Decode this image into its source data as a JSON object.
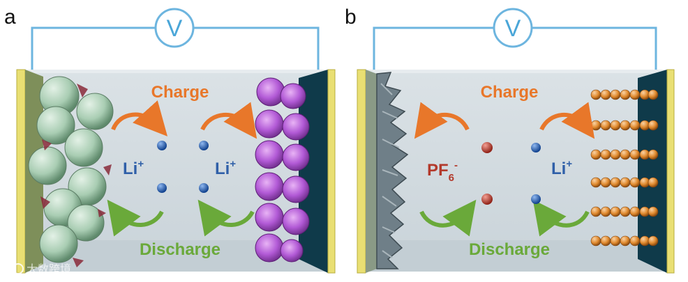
{
  "panels": [
    {
      "letter": "a",
      "voltmeter": "V",
      "charge_label": "Charge",
      "discharge_label": "Discharge",
      "ion_left": {
        "base": "Li",
        "sup": "+"
      },
      "ion_right": {
        "base": "Li",
        "sup": "+"
      }
    },
    {
      "letter": "b",
      "voltmeter": "V",
      "charge_label": "Charge",
      "discharge_label": "Discharge",
      "ion_left": {
        "base": "PF",
        "sub": "6",
        "sup": "-"
      },
      "ion_right": {
        "base": "Li",
        "sup": "+"
      }
    }
  ],
  "watermark": "大数跨境",
  "colors": {
    "electrolyte": "#d6dde2",
    "wire": "#6db5df",
    "collector": "#e9df73",
    "dark_plate": "#0f3a4a",
    "charge": "#e8772a",
    "discharge": "#6aa93a",
    "li_ion": "#1f5fb0",
    "pf6_ion": "#c0392b",
    "sphere_green": "#a9cdb3",
    "purple_particle": "#b25ad6",
    "orange_layer": "#e08a2e",
    "graphite": "#6f7f88"
  }
}
